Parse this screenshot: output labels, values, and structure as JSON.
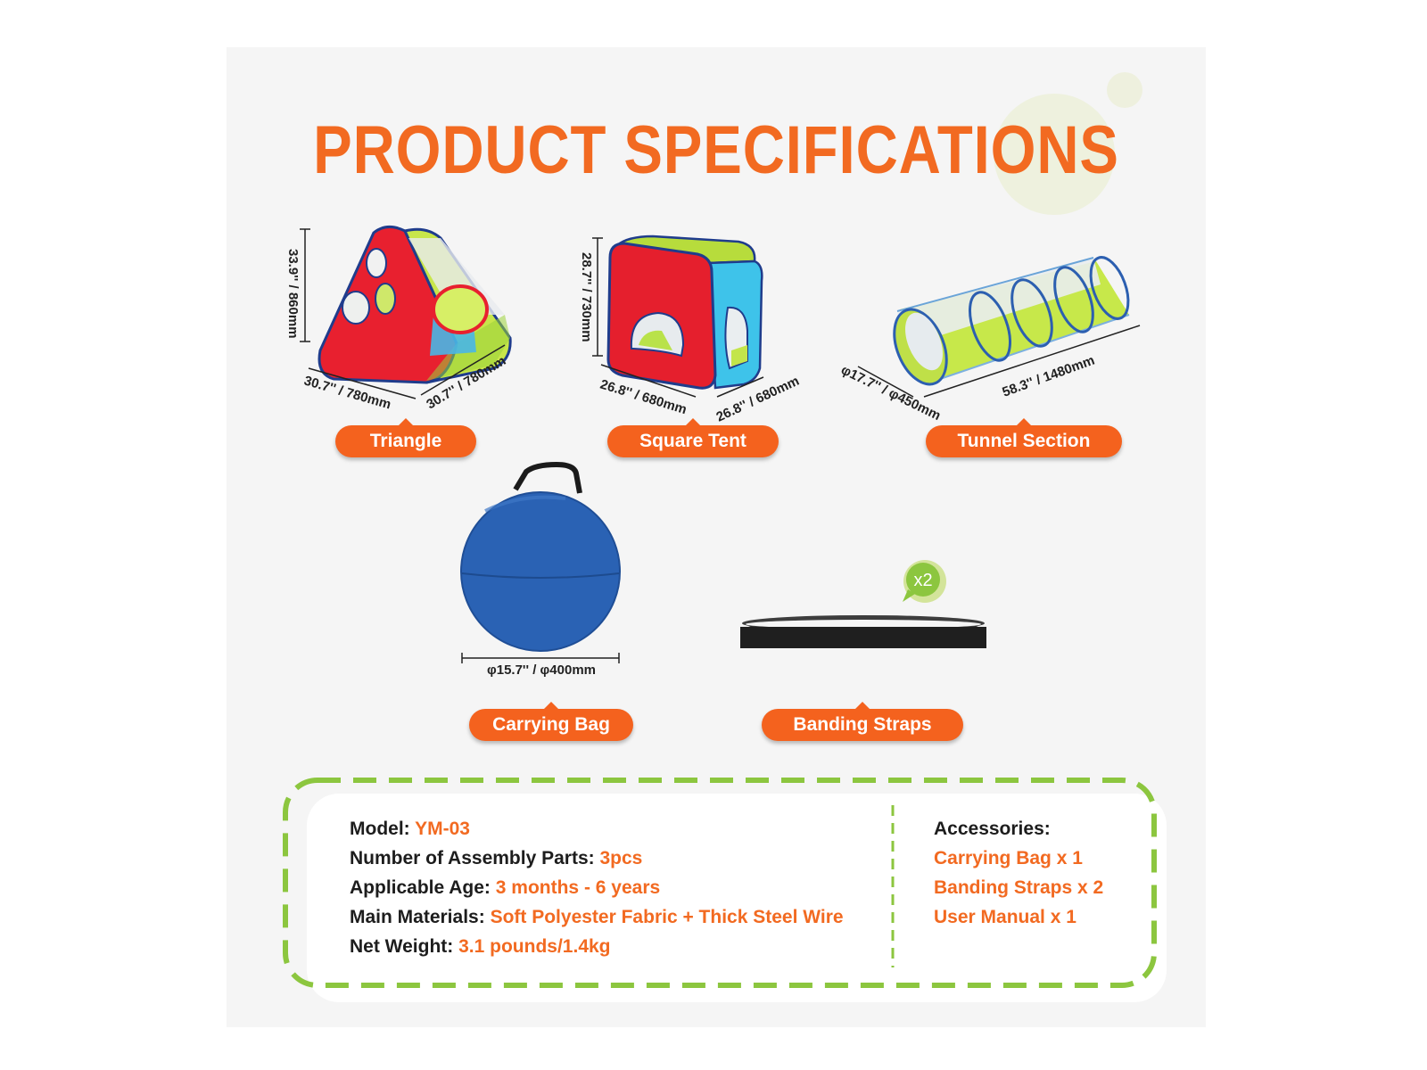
{
  "title": "PRODUCT SPECIFICATIONS",
  "colors": {
    "accent_orange": "#f26a21",
    "pill_orange": "#f4621e",
    "border_green": "#8cc63f",
    "panel_bg": "#f5f5f5"
  },
  "products": {
    "triangle": {
      "label": "Triangle",
      "height_dim": "33.9'' / 860mm",
      "width_dim": "30.7'' / 780mm",
      "depth_dim": "30.7'' / 780mm"
    },
    "square_tent": {
      "label": "Square Tent",
      "height_dim": "28.7'' / 730mm",
      "width_dim": "26.8'' / 680mm",
      "depth_dim": "26.8'' / 680mm"
    },
    "tunnel": {
      "label": "Tunnel Section",
      "diameter_dim": "φ17.7'' / φ450mm",
      "length_dim": "58.3'' / 1480mm"
    },
    "carrying_bag": {
      "label": "Carrying Bag",
      "diameter_dim": "φ15.7'' / φ400mm"
    },
    "banding_straps": {
      "label": "Banding Straps",
      "quantity_badge": "x2"
    }
  },
  "specs": [
    {
      "label": "Model:",
      "value": "YM-03"
    },
    {
      "label": "Number of Assembly Parts:",
      "value": "3pcs"
    },
    {
      "label": "Applicable Age:",
      "value": "3 months - 6 years"
    },
    {
      "label": "Main Materials:",
      "value": "Soft Polyester Fabric + Thick Steel Wire"
    },
    {
      "label": "Net Weight:",
      "value": "3.1 pounds/1.4kg"
    }
  ],
  "accessories": {
    "heading": "Accessories:",
    "items": [
      "Carrying Bag x 1",
      "Banding Straps x 2",
      "User Manual x 1"
    ]
  }
}
